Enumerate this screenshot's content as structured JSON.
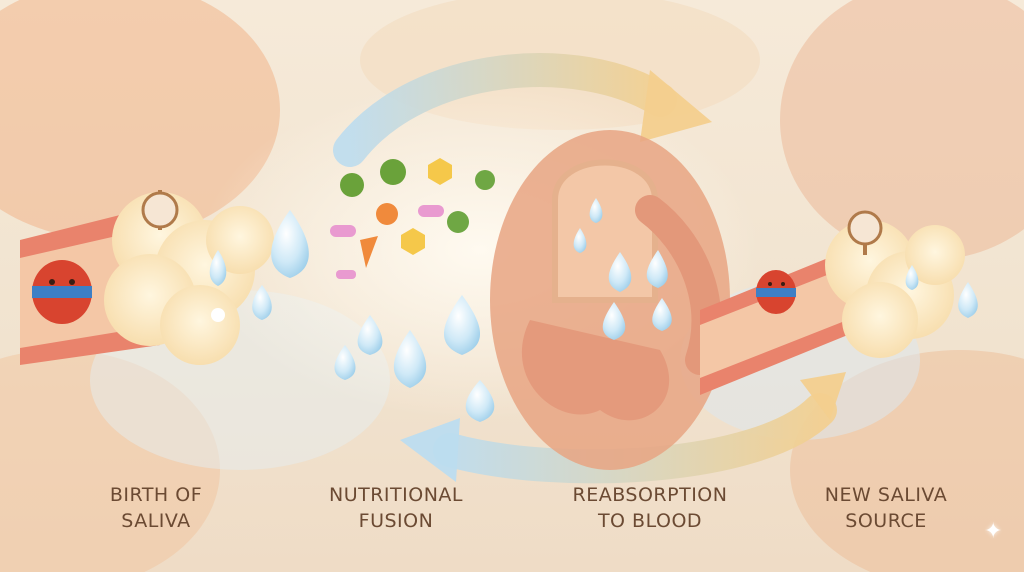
{
  "stages": [
    {
      "line1": "BIRTH OF",
      "line2": "SALIVA"
    },
    {
      "line1": "NUTRITIONAL",
      "line2": "FUSION"
    },
    {
      "line1": "REABSORPTION",
      "line2": "TO BLOOD"
    },
    {
      "line1": "NEW SALIVA",
      "line2": "SOURCE"
    }
  ],
  "icons": {
    "top_arrow": "curved-arrow-right-icon",
    "bottom_arrow": "curved-arrow-left-icon",
    "sparkle": "sparkle-icon"
  },
  "colors": {
    "label": "#6b4a33",
    "vessel": "#e9836c",
    "gland": "#fbe9c4",
    "droplet": "#bfe2f4",
    "intestine": "#e7a583",
    "arrow_start": "#bcdcef",
    "arrow_end": "#f3cf8e"
  }
}
